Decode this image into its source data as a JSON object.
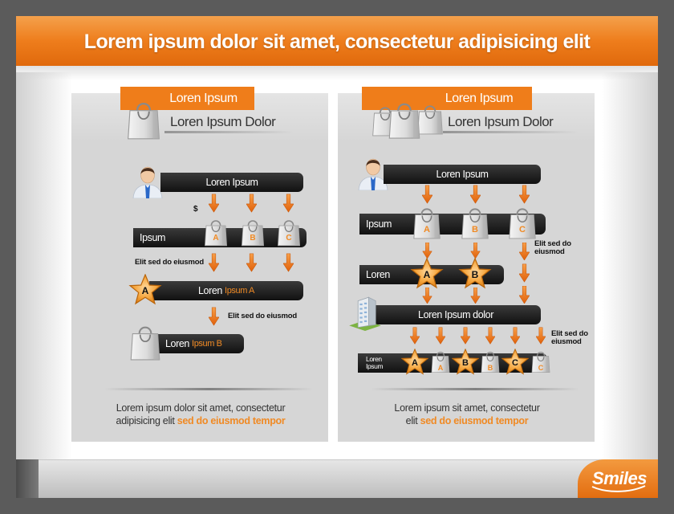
{
  "header": {
    "title": "Lorem ipsum dolor sit amet, consectetur adipisicing elit"
  },
  "brand": {
    "logo_text": "Smiles",
    "accent": "#ef7d1a",
    "dark": "#1a1a1a",
    "panel_bg": "#d6d6d6"
  },
  "left_panel": {
    "tag": "Loren Ipsum",
    "subtitle": "Loren Ipsum Dolor",
    "bar1": "Loren Ipsum",
    "dollar": "$",
    "bar2": "Ipsum",
    "bags": [
      "A",
      "B",
      "C"
    ],
    "note1": "Elit sed do eiusmod",
    "bar3_prefix": "Loren ",
    "bar3_highlight": "Ipsum A",
    "star_letter": "A",
    "note2": "Elit sed do eiusmod",
    "bar4_prefix": "Loren ",
    "bar4_highlight": "Ipsum B",
    "caption_line1": "Lorem ipsum dolor sit amet, consectetur",
    "caption_line2_prefix": "adipisicing elit ",
    "caption_highlight": "sed do eiusmod tempor"
  },
  "right_panel": {
    "tag": "Loren Ipsum",
    "subtitle": "Loren Ipsum Dolor",
    "bar1": "Loren Ipsum",
    "bar2": "Ipsum",
    "bags": [
      "A",
      "B",
      "C"
    ],
    "note1_line1": "Elit sed do",
    "note1_line2": "eiusmod",
    "bar3": "Loren",
    "stars": [
      "A",
      "B"
    ],
    "bar4": "Loren Ipsum dolor",
    "note2_line1": "Elit sed do",
    "note2_line2": "eiusmod",
    "bar5_line1": "Loren",
    "bar5_line2": "Ipsum",
    "row_items": [
      "A",
      "A",
      "B",
      "B",
      "C",
      "C"
    ],
    "caption_line1": "Lorem ipsum sit amet, consectetur",
    "caption_line2_prefix": "elit ",
    "caption_highlight": "sed do eiusmod tempor"
  }
}
